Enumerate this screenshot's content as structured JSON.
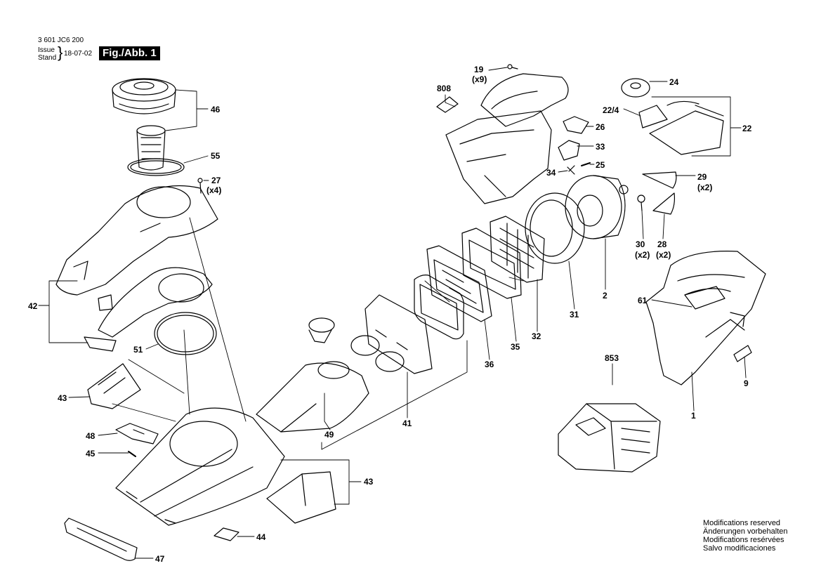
{
  "header": {
    "part_number": "3 601 JC6 200",
    "issue_label": "Issue",
    "stand_label": "Stand",
    "date": "18-07-02",
    "figure_label": "Fig./Abb. 1"
  },
  "labels": [
    {
      "id": "46",
      "text": "46"
    },
    {
      "id": "55",
      "text": "55"
    },
    {
      "id": "27",
      "text": "27",
      "qty": "(x4)"
    },
    {
      "id": "42",
      "text": "42"
    },
    {
      "id": "51",
      "text": "51"
    },
    {
      "id": "43a",
      "text": "43"
    },
    {
      "id": "48",
      "text": "48"
    },
    {
      "id": "45",
      "text": "45"
    },
    {
      "id": "43b",
      "text": "43"
    },
    {
      "id": "44",
      "text": "44"
    },
    {
      "id": "47",
      "text": "47"
    },
    {
      "id": "808",
      "text": "808"
    },
    {
      "id": "19",
      "text": "19",
      "qty": "(x9)"
    },
    {
      "id": "26",
      "text": "26"
    },
    {
      "id": "33",
      "text": "33"
    },
    {
      "id": "34",
      "text": "34"
    },
    {
      "id": "25",
      "text": "25"
    },
    {
      "id": "24",
      "text": "24"
    },
    {
      "id": "22_4",
      "text": "22/4"
    },
    {
      "id": "22",
      "text": "22"
    },
    {
      "id": "29",
      "text": "29",
      "qty": "(x2)"
    },
    {
      "id": "30",
      "text": "30",
      "qty": "(x2)"
    },
    {
      "id": "28",
      "text": "28",
      "qty": "(x2)"
    },
    {
      "id": "2",
      "text": "2"
    },
    {
      "id": "31",
      "text": "31"
    },
    {
      "id": "32",
      "text": "32"
    },
    {
      "id": "35",
      "text": "35"
    },
    {
      "id": "36",
      "text": "36"
    },
    {
      "id": "41",
      "text": "41"
    },
    {
      "id": "49",
      "text": "49"
    },
    {
      "id": "61",
      "text": "61"
    },
    {
      "id": "9",
      "text": "9"
    },
    {
      "id": "1",
      "text": "1"
    },
    {
      "id": "853",
      "text": "853"
    }
  ],
  "notes": [
    "Modifications reserved",
    "Änderungen vorbehalten",
    "Modifications resérvées",
    "Salvo modificaciones"
  ]
}
